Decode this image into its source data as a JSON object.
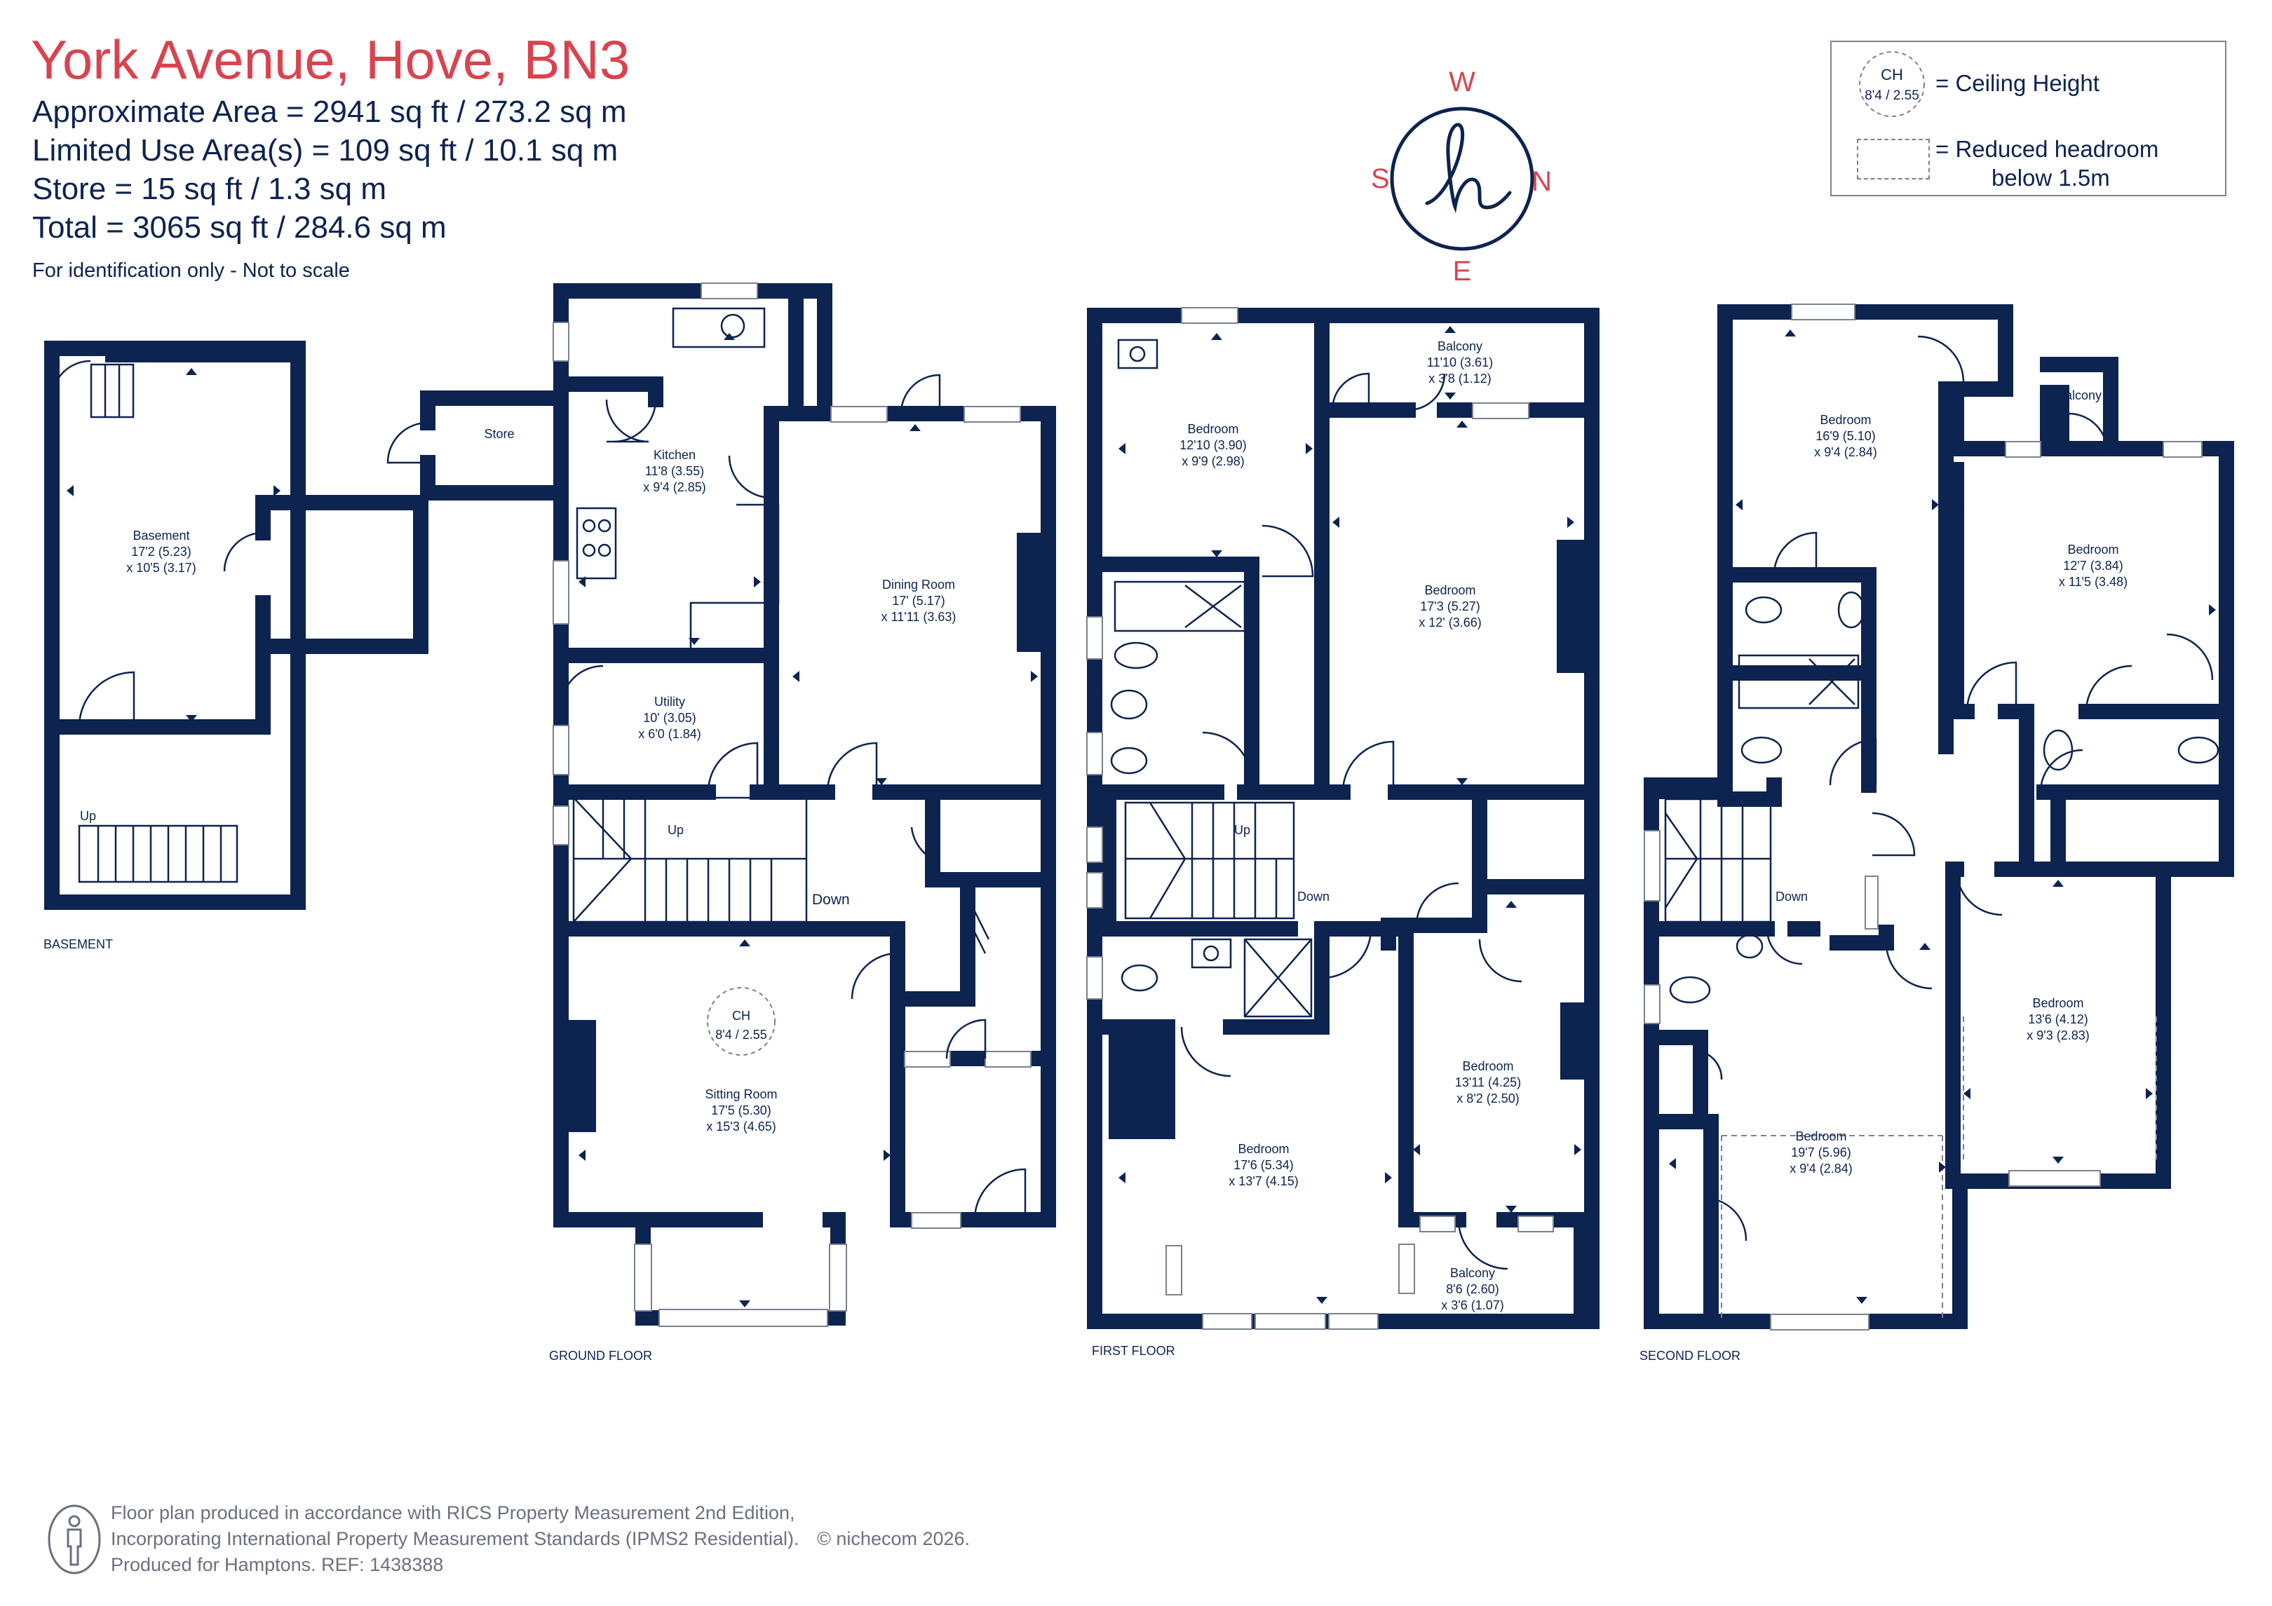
{
  "header": {
    "title": "York Avenue, Hove, BN3",
    "lines": [
      "Approximate Area = 2941 sq ft / 273.2 sq m",
      "Limited Use Area(s) = 109 sq ft / 10.1 sq m",
      "Store = 15 sq ft / 1.3 sq m",
      "Total = 3065 sq ft / 284.6 sq m"
    ],
    "note": "For identification only - Not to scale"
  },
  "legend": {
    "ch_badge_top": "CH",
    "ch_badge_bottom": "8'4 / 2.55",
    "ceiling_label": "= Ceiling Height",
    "reduced_label_1": "= Reduced headroom",
    "reduced_label_2": "below 1.5m"
  },
  "compass": {
    "top": "W",
    "bottom": "E",
    "left": "S",
    "right": "N",
    "logo": "h"
  },
  "floors": {
    "basement": "BASEMENT",
    "ground": "GROUND FLOOR",
    "first": "FIRST FLOOR",
    "second": "SECOND FLOOR"
  },
  "rooms": {
    "basement": {
      "name": "Basement",
      "dim1": "17'2 (5.23)",
      "dim2": "x 10'5 (3.17)"
    },
    "basement_up": "Up",
    "store": "Store",
    "kitchen": {
      "name": "Kitchen",
      "dim1": "11'8 (3.55)",
      "dim2": "x 9'4 (2.85)"
    },
    "dining": {
      "name": "Dining Room",
      "dim1": "17' (5.17)",
      "dim2": "x 11'11 (3.63)"
    },
    "utility": {
      "name": "Utility",
      "dim1": "10' (3.05)",
      "dim2": "x 6'0 (1.84)"
    },
    "ground_up": "Up",
    "ground_down": "Down",
    "sitting": {
      "name": "Sitting Room",
      "dim1": "17'5 (5.30)",
      "dim2": "x 15'3 (4.65)"
    },
    "sitting_ch_top": "CH",
    "sitting_ch_bottom": "8'4 / 2.55",
    "f1_balcony_top": {
      "name": "Balcony",
      "dim1": "11'10 (3.61)",
      "dim2": "x 3'8 (1.12)"
    },
    "f1_bed_a": {
      "name": "Bedroom",
      "dim1": "12'10 (3.90)",
      "dim2": "x 9'9 (2.98)"
    },
    "f1_bed_b": {
      "name": "Bedroom",
      "dim1": "17'3 (5.27)",
      "dim2": "x 12' (3.66)"
    },
    "f1_up": "Up",
    "f1_down": "Down",
    "f1_bed_c": {
      "name": "Bedroom",
      "dim1": "13'11 (4.25)",
      "dim2": "x 8'2 (2.50)"
    },
    "f1_bed_d": {
      "name": "Bedroom",
      "dim1": "17'6 (5.34)",
      "dim2": "x 13'7 (4.15)"
    },
    "f1_balcony_bottom": {
      "name": "Balcony",
      "dim1": "8'6 (2.60)",
      "dim2": "x 3'6 (1.07)"
    },
    "f2_bed_a": {
      "name": "Bedroom",
      "dim1": "16'9 (5.10)",
      "dim2": "x 9'4 (2.84)"
    },
    "f2_balcony": "Balcony",
    "f2_bed_b": {
      "name": "Bedroom",
      "dim1": "12'7 (3.84)",
      "dim2": "x 11'5 (3.48)"
    },
    "f2_down": "Down",
    "f2_bed_c": {
      "name": "Bedroom",
      "dim1": "13'6 (4.12)",
      "dim2": "x 9'3 (2.83)"
    },
    "f2_bed_d": {
      "name": "Bedroom",
      "dim1": "19'7 (5.96)",
      "dim2": "x 9'4 (2.84)"
    }
  },
  "footer": {
    "line1": "Floor plan produced in accordance with RICS Property Measurement 2nd Edition,",
    "line2": "Incorporating International Property Measurement Standards (IPMS2 Residential).",
    "copyright": "© nichecom 2026.",
    "line3": "Produced for Hamptons.   REF:  1438388"
  },
  "colors": {
    "wall": "#0d2350",
    "accent": "#d9434f",
    "window": "#7a8190"
  }
}
